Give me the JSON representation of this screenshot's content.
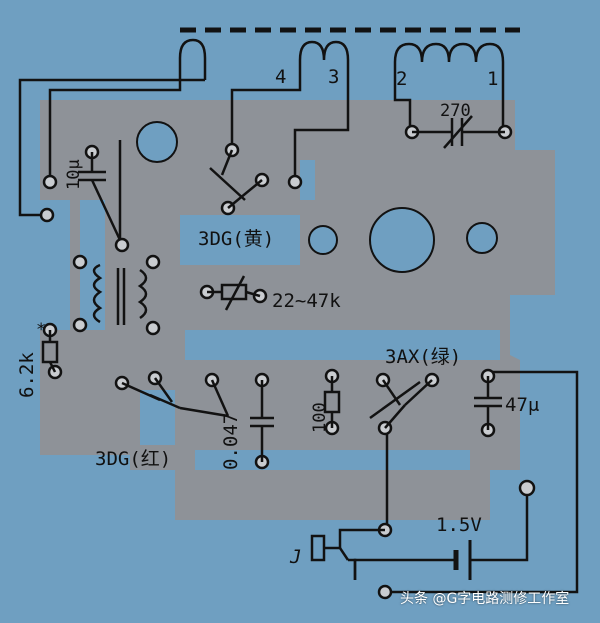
{
  "colors": {
    "background": "#6f9fc1",
    "copper": "#8e9298",
    "ink": "#121212",
    "pad_fill": "#c9ccd0"
  },
  "coil_pins": [
    "4",
    "3",
    "2",
    "1"
  ],
  "labels": {
    "cap_270": "270",
    "cap_10u": "10μ",
    "transistor_yellow": "3DG(黄)",
    "pot": "22~47k",
    "resistor_62k": "6.2k",
    "star": "*",
    "transistor_green": "3AX(绿)",
    "resistor_100": "100",
    "cap_0047": "0.047",
    "cap_47u": "47μ",
    "transistor_red": "3DG(红)",
    "battery": "1.5V",
    "jack": "J"
  },
  "watermark": "头条 @G字电路测修工作室"
}
